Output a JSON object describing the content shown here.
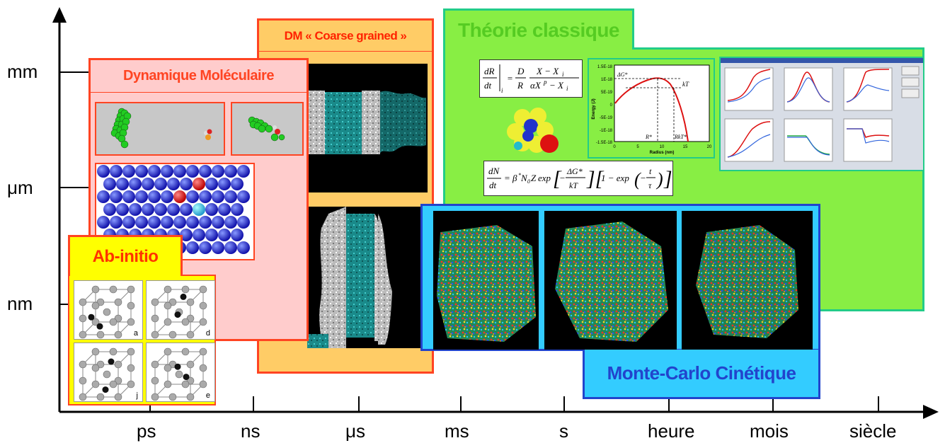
{
  "axes": {
    "y_ticks": [
      "mm",
      "μm",
      "nm"
    ],
    "x_ticks": [
      "ps",
      "ns",
      "μs",
      "ms",
      "s",
      "heure",
      "mois",
      "siècle"
    ]
  },
  "panels": {
    "md": {
      "title": "Dynamique Moléculaire"
    },
    "cg": {
      "title": "DM « Coarse grained »"
    },
    "classic": {
      "title": "Théorie classique"
    },
    "mc": {
      "title": "Monte-Carlo Cinétique"
    },
    "abinitio": {
      "title": "Ab-initio",
      "cells": [
        "a",
        "d",
        "j",
        "e"
      ]
    }
  },
  "equations": {
    "growth": "dR/dt|i = D/R · (X − Xi)/(αX^p − Xi)",
    "nucleation": "dN/dt = β*N0Z exp[−ΔG*/kT][1 − exp(−t/τ)]"
  },
  "energy_plot": {
    "ylabel": "Energy (J)",
    "xlabel": "Radius (nm)",
    "yticks": [
      "1.5E-18",
      "1E-18",
      "5E-19",
      "0",
      "-5E-19",
      "-1E-18",
      "-1.5E-18"
    ],
    "xticks": [
      "0",
      "5",
      "10",
      "15",
      "20"
    ],
    "labels": {
      "dg": "ΔG*",
      "kt": "kT",
      "rstar": "R*",
      "rkt": "RkT*"
    }
  },
  "colors": {
    "md": "#ffcccc",
    "md_border": "#ff4422",
    "cg": "#ffcc66",
    "classic": "#88ee44",
    "classic_border": "#22cc88",
    "mc": "#33ccff",
    "mc_border": "#2244cc",
    "abinitio": "#ffff00"
  }
}
